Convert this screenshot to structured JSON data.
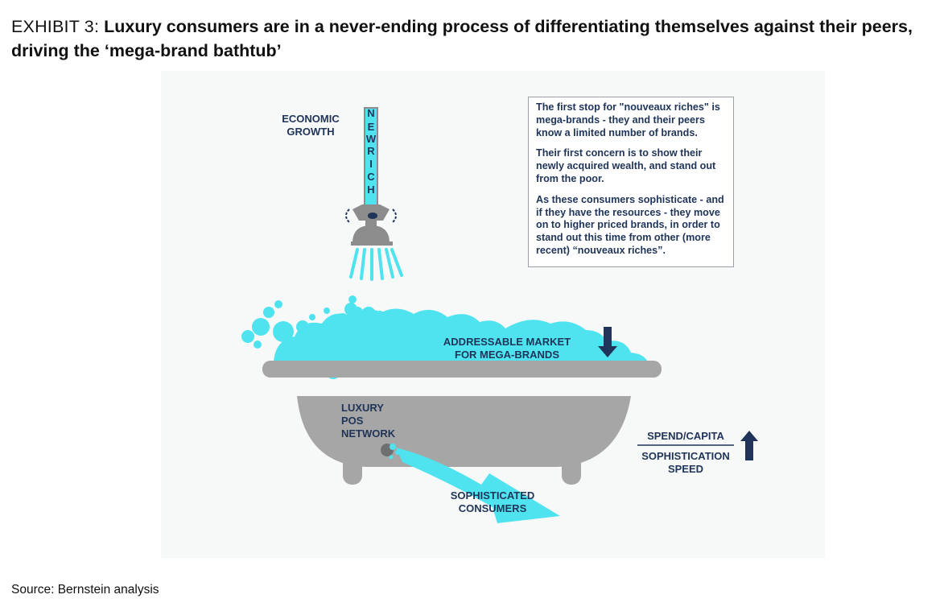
{
  "header": {
    "exhibit_label": "EXHIBIT 3:",
    "headline": "Luxury consumers are in a never-ending process of differentiating themselves against their peers, driving the ‘mega-brand bathtub’"
  },
  "diagram": {
    "economic_growth_label": [
      "ECONOMIC",
      "GROWTH"
    ],
    "pipe_letters": [
      "N",
      "E",
      "W",
      "R",
      "I",
      "C",
      "H"
    ],
    "callout_paragraphs": [
      "The first stop for \"nouveaux riches\" is mega-brands - they and their peers know a limited number of brands.",
      "Their first concern is to show their newly acquired wealth, and stand out from the poor.",
      "As these consumers sophisticate - and if they have the resources - they move on to higher priced brands, in order to stand out this time from other (more recent) “nouveaux riches”."
    ],
    "addressable_market_label": [
      "ADDRESSABLE MARKET",
      "FOR MEGA-BRANDS"
    ],
    "luxury_pos_label": [
      "LUXURY",
      "POS",
      "NETWORK"
    ],
    "sophisticated_consumers_label": [
      "SOPHISTICATED",
      "CONSUMERS"
    ],
    "ratio_numerator": "SPEND/CAPITA",
    "ratio_denominator": [
      "SOPHISTICATION",
      "SPEED"
    ]
  },
  "colors": {
    "navy": "#1f3458",
    "water": "#4fe3f0",
    "tub_gray": "#a6a6a6",
    "pipe_gray": "#8c8c8c"
  },
  "footer": {
    "source": "Source: Bernstein analysis"
  }
}
